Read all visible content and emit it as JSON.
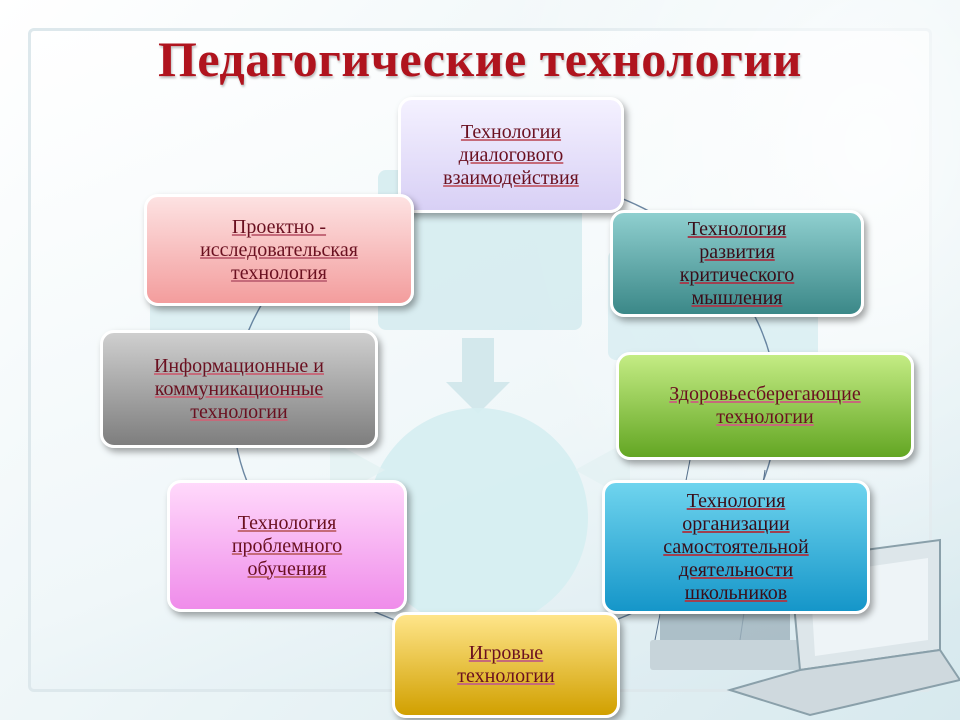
{
  "title": "Педагогические технологии",
  "nodes": {
    "dialog": [
      "Технологии",
      "диалогового",
      "взаимодействия"
    ],
    "project": [
      "Проектно -",
      "исследовательская",
      "технология"
    ],
    "critical": [
      "Технология",
      "развития",
      "критического",
      "мышления"
    ],
    "ict": [
      "Информационные и",
      "коммуникационные",
      "технологии"
    ],
    "health": [
      "Здоровьесберегающие",
      "технологии"
    ],
    "problem": [
      "Технология",
      "проблемного",
      "обучения"
    ],
    "selfwork": [
      "Технология",
      "организации",
      "самостоятельной",
      "деятельности",
      "школьников"
    ],
    "game": [
      "Игровые",
      "технологии"
    ]
  },
  "colors": {
    "title": "#b0141e",
    "dialog": "#d8d0f5",
    "project": "#f39d9d",
    "critical": "#3b8888",
    "ict": "#7e7e7e",
    "health": "#63a623",
    "problem": "#ef8cea",
    "selfwork": "#1596c9",
    "game": "#d1a000"
  }
}
